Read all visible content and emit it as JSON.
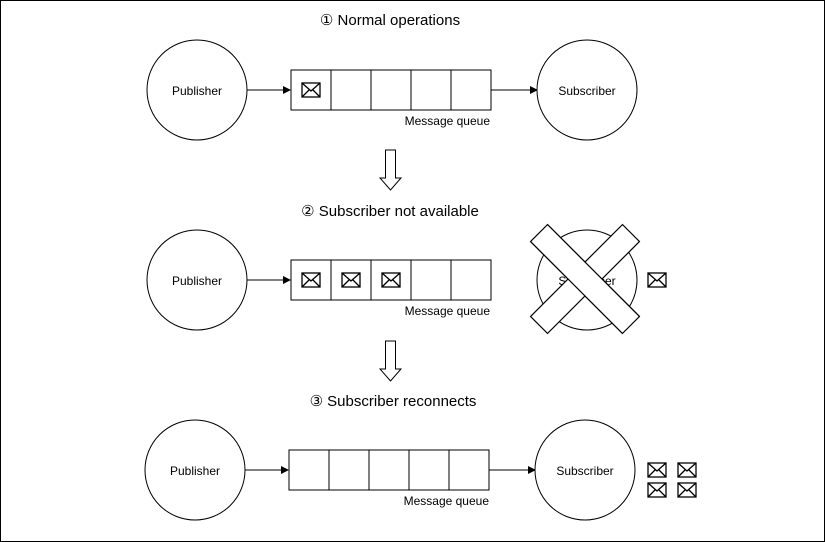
{
  "steps": [
    {
      "title": "① Normal operations",
      "publisher": "Publisher",
      "subscriber": "Subscriber",
      "queue_label": "Message queue"
    },
    {
      "title": "② Subscriber not available",
      "publisher": "Publisher",
      "subscriber": "Subscriber",
      "queue_label": "Message queue"
    },
    {
      "title": "③ Subscriber reconnects",
      "publisher": "Publisher",
      "subscriber": "Subscriber",
      "queue_label": "Message queue"
    }
  ],
  "icons": {
    "message": "envelope-icon",
    "transition": "down-arrow-icon",
    "unavailable": "cross-icon"
  }
}
